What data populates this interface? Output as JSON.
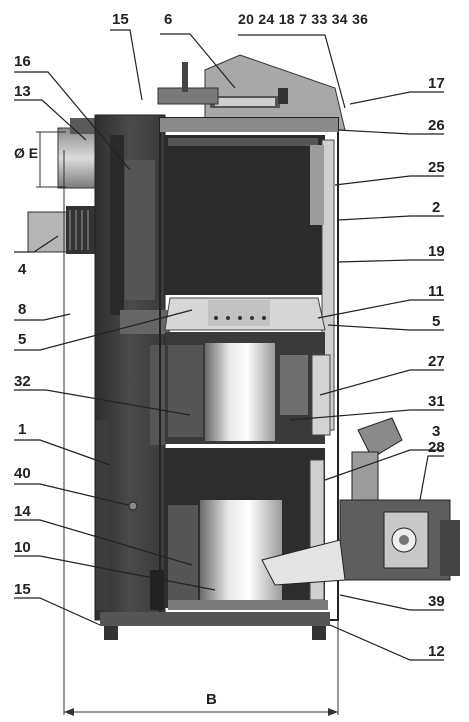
{
  "callouts": {
    "top_row": "20 24 18 7 33 34 36",
    "n6": "6",
    "n15_top": "15",
    "n16": "16",
    "n13": "13",
    "n17": "17",
    "n26": "26",
    "n25": "25",
    "n2": "2",
    "n19": "19",
    "n4": "4",
    "n8": "8",
    "n11": "11",
    "n5_right": "5",
    "n5_left": "5",
    "n27": "27",
    "n32": "32",
    "n31": "31",
    "n1": "1",
    "n3": "3",
    "n28": "28",
    "n40": "40",
    "n14": "14",
    "n10": "10",
    "n15_bottom": "15",
    "n39": "39",
    "n12": "12"
  },
  "dimensions": {
    "diameter_e": "Ø E",
    "width_b": "B"
  }
}
